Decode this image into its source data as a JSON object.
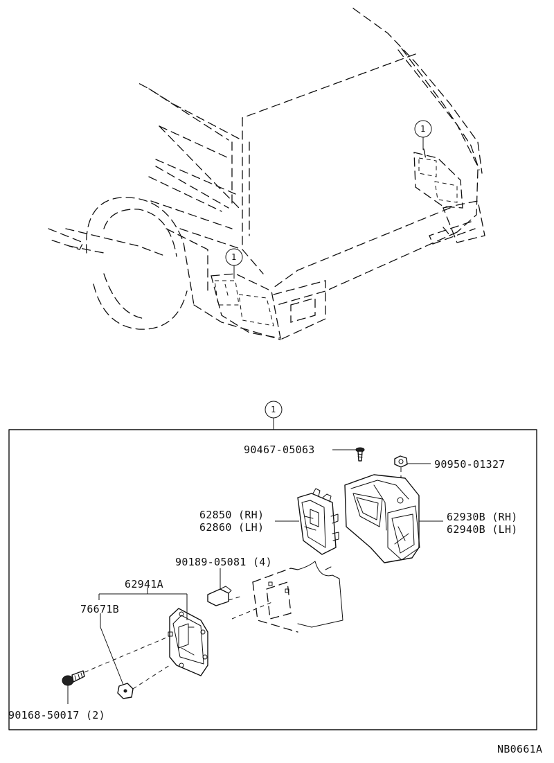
{
  "diagram": {
    "callout_number": "1",
    "parts": {
      "screw_top": "90467-05063",
      "nut": "90950-01327",
      "lamp_socket_rh": "62850 (RH)",
      "lamp_socket_lh": "62860 (LH)",
      "duct_rh": "62930B (RH)",
      "duct_lh": "62940B (LH)",
      "clip": "90189-05081 (4)",
      "plate": "62941A",
      "damper": "76671B",
      "screw_bottom": "90168-50017 (2)"
    },
    "figure_code": "NB0661A"
  }
}
